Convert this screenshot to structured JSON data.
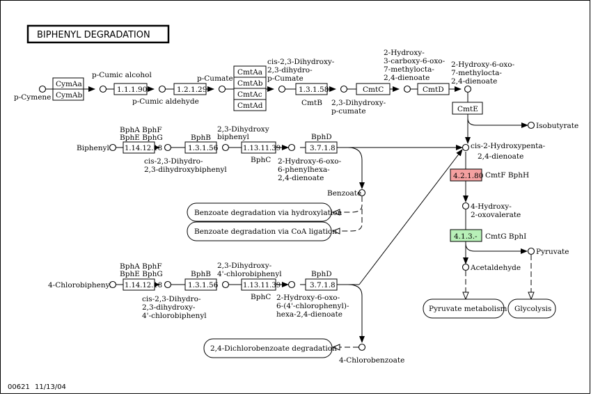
{
  "title": "BIPHENYL DEGRADATION",
  "footer": {
    "map_id": "00621",
    "date": "11/13/04"
  },
  "compounds": {
    "p_cymene": "p-Cymene",
    "p_cumic_alcohol": "p-Cumic alcohol",
    "p_cumic_aldehyde": "p-Cumic aldehyde",
    "p_cumate": "p-Cumate",
    "cis_dihydrodiol_1": "cis-2,3-Dihydroxy-",
    "cis_dihydrodiol_2": "2,3-dihydro-",
    "cis_dihydrodiol_3": "p-Cumate",
    "dihydroxy_p_cumate_1": "2,3-Dihydroxy-",
    "dihydroxy_p_cumate_2": "p-cumate",
    "carboxy_1": "2-Hydroxy-",
    "carboxy_2": "3-carboxy-6-oxo-",
    "carboxy_3": "7-methylocta-",
    "carboxy_4": "2,4-dienoate",
    "methylocta_1": "2-Hydroxy-6-oxo-",
    "methylocta_2": "7-methylocta-",
    "methylocta_3": "2,4-dienoate",
    "isobutyrate": "Isobutyrate",
    "biphenyl": "Biphenyl",
    "dihydro_biphenyl_1": "cis-2,3-Dihydro-",
    "dihydro_biphenyl_2": "2,3-dihydroxybiphenyl",
    "dihydroxybiphenyl_1": "2,3-Dihydroxy",
    "dihydroxybiphenyl_2": "biphenyl",
    "phenylhexa_1": "2-Hydroxy-6-oxo-",
    "phenylhexa_2": "6-phenylhexa-",
    "phenylhexa_3": "2,4-dienoate",
    "benzoate": "Benzoate",
    "hydroxypenta_1": "cis-2-Hydroxypenta-",
    "hydroxypenta_2": "2,4-dienoate",
    "oxovalerate_1": "4-Hydroxy-",
    "oxovalerate_2": "2-oxovalerate",
    "pyruvate": "Pyruvate",
    "acetaldehyde": "Acetaldehyde",
    "chlorobiphenyl": "4-Chlorobiphenyl",
    "cl_dihydro_1": "cis-2,3-Dihydro-",
    "cl_dihydro_2": "2,3-dihydroxy-",
    "cl_dihydro_3": "4'-chlorobiphenyl",
    "cl_dihydroxy_1": "2,3-Dihydroxy-",
    "cl_dihydroxy_2": "4'-chlorobiphenyl",
    "cl_hexa_1": "2-Hydroxy-6-oxo-",
    "cl_hexa_2": "6-(4'-chlorophenyl)-",
    "cl_hexa_3": "hexa-2,4-dienoate",
    "chlorobenzoate": "4-Chlorobenzoate"
  },
  "enzymes": {
    "cymaa": "CymAa",
    "cymab": "CymAb",
    "e_1_1_1_90": "1.1.1.90",
    "e_1_2_1_29": "1.2.1.29",
    "cmtaa": "CmtAa",
    "cmtab": "CmtAb",
    "cmtac": "CmtAc",
    "cmtad": "CmtAd",
    "e_1_3_1_58": "1.3.1.58",
    "cmtb": "CmtB",
    "cmtc": "CmtC",
    "cmtd": "CmtD",
    "cmte": "CmtE",
    "bph_gene_1": "BphA BphF",
    "bph_gene_2": "BphE BphG",
    "e_1_14_12_18": "1.14.12.18",
    "bphb": "BphB",
    "e_1_3_1_56": "1.3.1.56",
    "e_1_13_11_39": "1.13.11.39",
    "bphc": "BphC",
    "bphd": "BphD",
    "e_3_7_1_8": "3.7.1.8",
    "e_4_2_1_80": "4.2.1.80",
    "cmtf_bphh": "CmtF BphH",
    "e_4_1_3": "4.1.3.-",
    "cmtg_bphi": "CmtG BphI",
    "cl_bph_gene_1": "BphA BphF",
    "cl_bph_gene_2": "BphE BphG",
    "cl_e_1_14_12_18": "1.14.12.18",
    "cl_bphb": "BphB",
    "cl_e_1_3_1_56": "1.3.1.56",
    "cl_e_1_13_11_39": "1.13.11.39",
    "cl_bphc": "BphC",
    "cl_bphd": "BphD",
    "cl_e_3_7_1_8": "3.7.1.8"
  },
  "maps": {
    "benzoate_hydroxylation": "Benzoate degradation via hydroxylation",
    "benzoate_coa": "Benzoate degradation via CoA ligation",
    "pyruvate_metabolism": "Pyruvate metabolism",
    "glycolysis": "Glycolysis",
    "dichlorobenzoate": "2,4-Dichlorobenzoate  degradation"
  },
  "colors": {
    "highlight_red": "#f4a0a0",
    "highlight_green": "#b8f0b8"
  }
}
